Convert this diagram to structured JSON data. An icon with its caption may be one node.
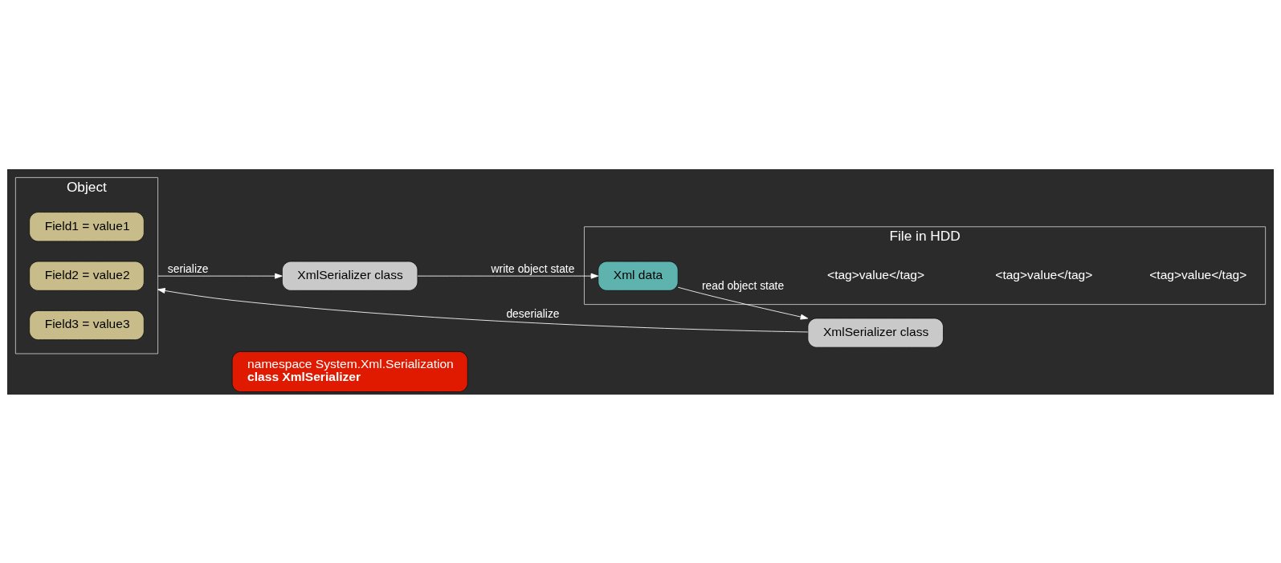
{
  "diagram": {
    "nodes": [
      {
        "text": [
          "namespace System.Xml.Serialization",
          "class XmlSerializer"
        ]
      },
      {
        "text": [
          "Object"
        ]
      },
      {
        "text": [
          "Field1 = value1"
        ],
        "in": 1
      },
      {
        "text": [
          "Field2 = value2"
        ],
        "in": 1
      },
      {
        "text": [
          "Field3 = value3"
        ],
        "in": 1
      },
      {
        "text": [
          "XmlSerializer class"
        ]
      },
      {
        "text": [
          "File in HDD"
        ]
      },
      {
        "text": [
          "Xml data"
        ],
        "in": 6
      },
      {
        "text": [
          "XmlSerializer class"
        ]
      }
    ],
    "edges": [
      {
        "from": 1,
        "to": 5,
        "arrow": "to",
        "label": "serialize"
      },
      {
        "from": 5,
        "to": 7,
        "arrow": "to",
        "label": "write object state"
      },
      {
        "from": 7,
        "to": 8,
        "arrow": "to",
        "label": "read object state"
      },
      {
        "from": 8,
        "to": 1,
        "arrow": "to",
        "label": "deserialize"
      }
    ],
    "labels": [
      "<tag>value</tag>",
      "<tag>value</tag>",
      "<tag>value</tag>"
    ]
  }
}
